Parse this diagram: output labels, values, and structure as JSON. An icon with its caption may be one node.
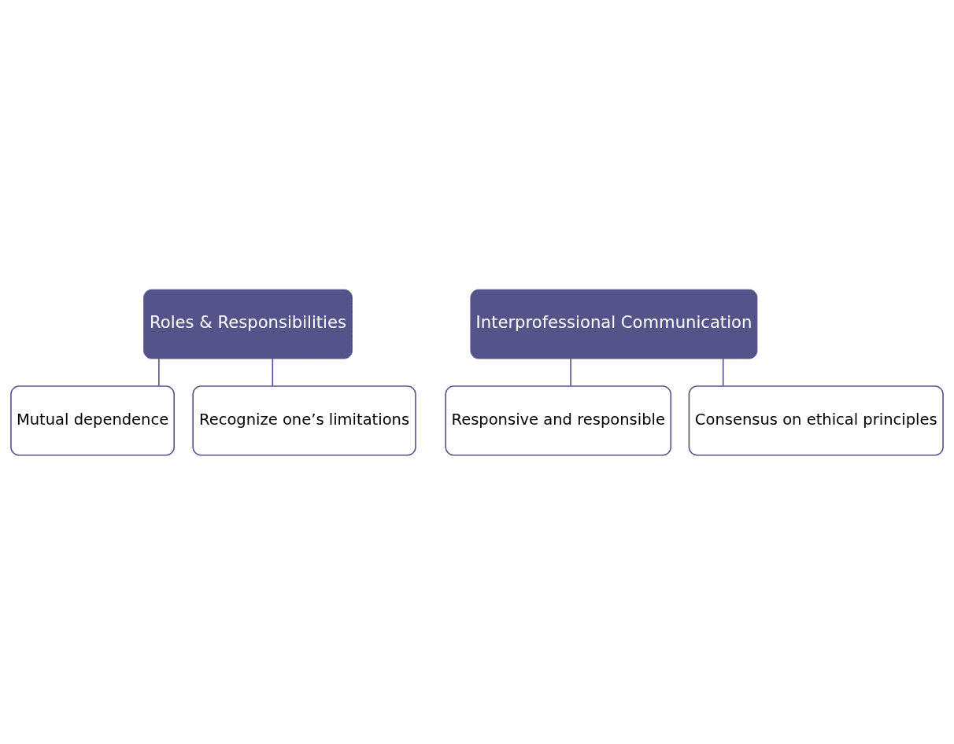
{
  "diagram": {
    "nodes": [
      {
        "text": [
          "Roles & Responsibilities"
        ]
      },
      {
        "text": [
          "Mutual dependence"
        ]
      },
      {
        "text": [
          "Recognize one’s limitations"
        ]
      },
      {
        "text": [
          "Interprofessional Communication"
        ]
      },
      {
        "text": [
          "Responsive and responsible"
        ]
      },
      {
        "text": [
          "Consensus on ethical principles"
        ]
      }
    ],
    "edges": [
      {
        "from": 0,
        "to": 1,
        "arrow": "none"
      },
      {
        "from": 0,
        "to": 2,
        "arrow": "none"
      },
      {
        "from": 3,
        "to": 4,
        "arrow": "none"
      },
      {
        "from": 3,
        "to": 5,
        "arrow": "none"
      }
    ]
  }
}
